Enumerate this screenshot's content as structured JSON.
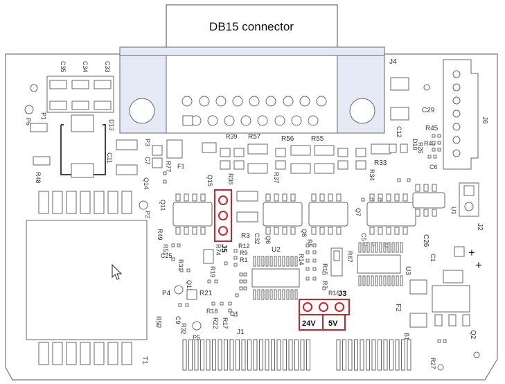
{
  "connector": {
    "title": "DB15 connector"
  },
  "colors": {
    "outline": "#555555",
    "highlight": "#d0202a",
    "blue_fill": "#e6eaf6",
    "board": "#ffffff"
  },
  "labels": {
    "J4": "J4",
    "J6": "J6",
    "J1": "J1",
    "J2": "J2",
    "J3": "J3",
    "J5": "J5",
    "C35": "C35",
    "C34": "C34",
    "C33": "C33",
    "P6": "P6",
    "P1": "P1",
    "D13": "D13",
    "C11": "C11",
    "P3": "P3",
    "C7": "C7",
    "R77": "R77",
    "F1": "F1",
    "R39": "R39",
    "R57": "R57",
    "R56": "R56",
    "R55": "R55",
    "R38": "R38",
    "R37": "R37",
    "R33": "R33",
    "R34": "R34",
    "R26": "R26",
    "D10": "D10",
    "R46": "R46",
    "C6": "C6",
    "C12": "C12",
    "C29": "C29",
    "R45": "R45",
    "R48": "R48",
    "Q14": "Q14",
    "Q15": "Q15",
    "Q11": "Q11",
    "P2": "P2",
    "Q6": "Q6",
    "Q8": "Q8",
    "Q7": "Q7",
    "U1": "U1",
    "R49": "R49",
    "R51": "R51",
    "C25": "C25",
    "R31": "R31",
    "R74": "R74",
    "R3": "R3",
    "C32": "C32",
    "R12": "R12",
    "R9": "R9",
    "R1": "R1",
    "U2": "U2",
    "R19": "R19",
    "R14": "R14",
    "R5": "R5",
    "R15": "R15",
    "R67": "R67",
    "R7": "R7",
    "R16": "R16",
    "C5": "C5",
    "C26": "C26",
    "C1": "C1",
    "U3": "U3",
    "P4": "P4",
    "Q13": "Q13",
    "R21": "R21",
    "R18": "R18",
    "R22": "R22",
    "R17": "R17",
    "C4": "C4",
    "C9": "C9",
    "R52": "R52",
    "R32": "R32",
    "P5": "P5",
    "F2": "F2",
    "B1": "B1",
    "Q2": "Q2",
    "R27": "R27",
    "T1": "T1",
    "24V": "24V",
    "5V": "5V",
    "plus": "+"
  }
}
